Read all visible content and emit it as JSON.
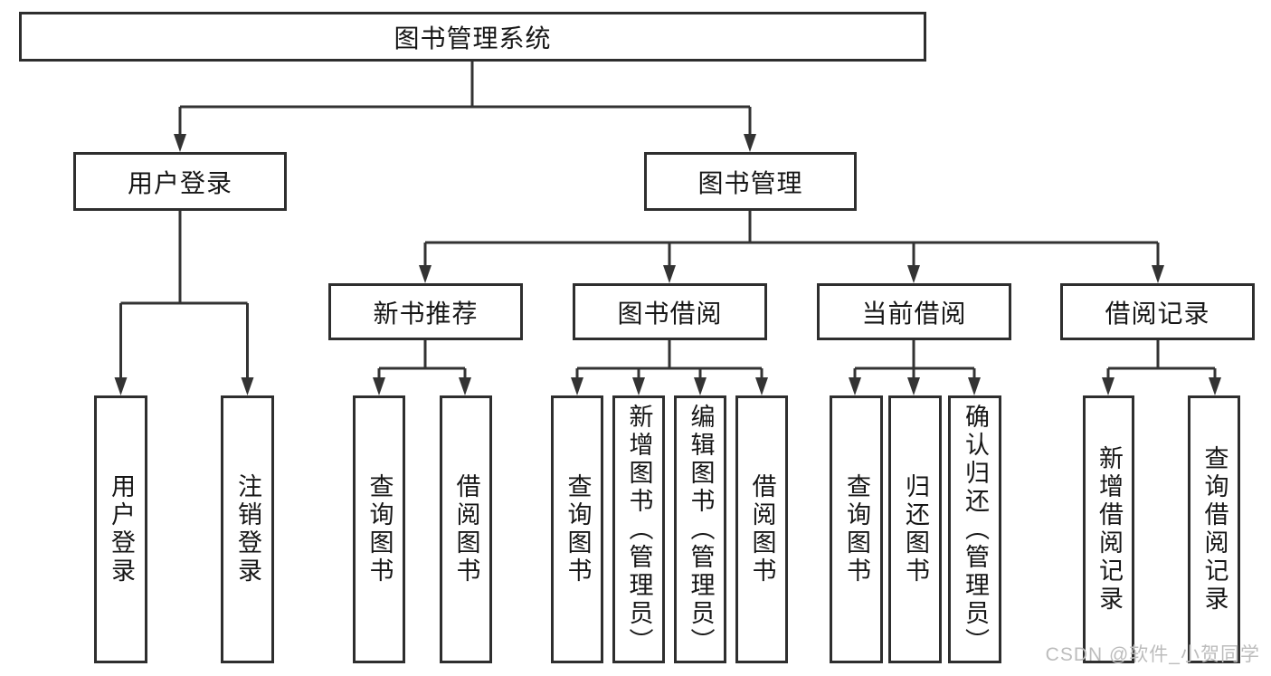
{
  "diagram": {
    "title": "图书管理系统",
    "nodes": {
      "root": "图书管理系统",
      "user_login": "用户登录",
      "book_management": "图书管理",
      "new_book_recommend": "新书推荐",
      "book_borrowing": "图书借阅",
      "current_borrowing": "当前借阅",
      "borrowing_records": "借阅记录",
      "leaf_user_login": "用户登录",
      "leaf_logout": "注销登录",
      "leaf_rec_query_books": "查询图书",
      "leaf_rec_borrow_books": "借阅图书",
      "leaf_bb_query_books": "查询图书",
      "leaf_bb_add_books": "新增图书（管理员）",
      "leaf_bb_edit_books": "编辑图书（管理员）",
      "leaf_bb_borrow_books": "借阅图书",
      "leaf_cur_query_books": "查询图书",
      "leaf_cur_return_books": "归还图书",
      "leaf_cur_confirm_return": "确认归还（管理员）",
      "leaf_rd_add_record": "新增借阅记录",
      "leaf_rd_query_record": "查询借阅记录"
    },
    "colors": {
      "line": "#333333",
      "box_border": "#2e2e2e",
      "text": "#161616",
      "watermark": "#bcbcbc",
      "background": "#ffffff"
    }
  },
  "watermark": "CSDN @软件_小贺同学"
}
